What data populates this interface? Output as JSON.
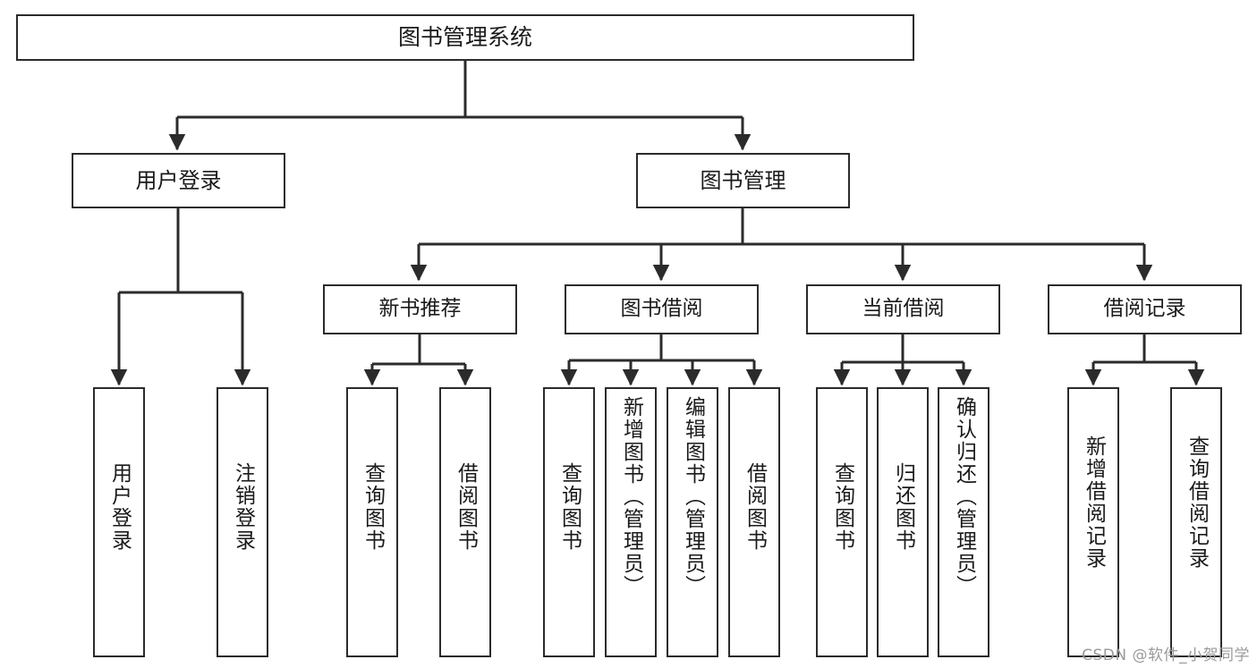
{
  "diagram": {
    "title": "图书管理系统",
    "type": "tree-hierarchy-chart",
    "stroke_color": "#2b2b2b",
    "fill_color": "#ffffff",
    "text_color": "#1a1a1a"
  },
  "nodes": {
    "root": {
      "label": "图书管理系统"
    },
    "level2": [
      {
        "label": "用户登录"
      },
      {
        "label": "图书管理"
      }
    ],
    "level3": [
      {
        "label": "新书推荐"
      },
      {
        "label": "图书借阅"
      },
      {
        "label": "当前借阅"
      },
      {
        "label": "借阅记录"
      }
    ],
    "leaves": [
      {
        "label": "用户登录"
      },
      {
        "label": "注销登录"
      },
      {
        "label": "查询图书"
      },
      {
        "label": "借阅图书"
      },
      {
        "label": "查询图书"
      },
      {
        "label": "新增图书（管理员）"
      },
      {
        "label": "编辑图书（管理员）"
      },
      {
        "label": "借阅图书"
      },
      {
        "label": "查询图书"
      },
      {
        "label": "归还图书"
      },
      {
        "label": "确认归还（管理员）"
      },
      {
        "label": "新增借阅记录"
      },
      {
        "label": "查询借阅记录"
      }
    ]
  },
  "watermark": {
    "text": "CSDN @软件_小贺同学"
  }
}
